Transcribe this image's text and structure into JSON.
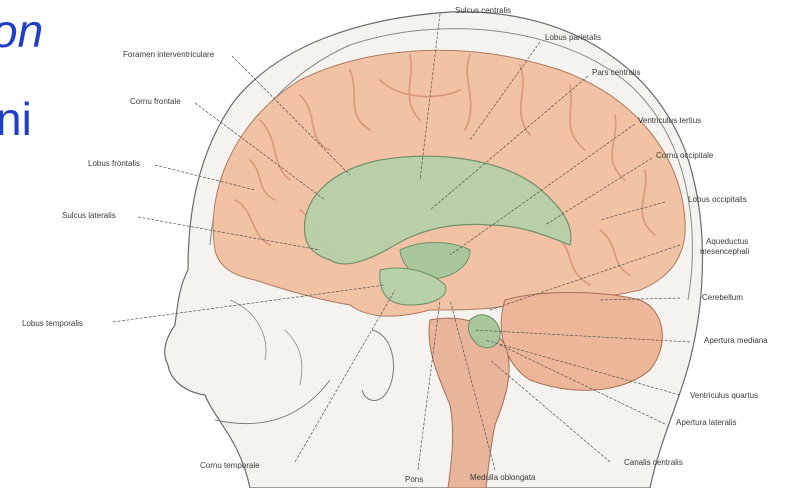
{
  "slide": {
    "title_line1": "on",
    "title_line2": "ni"
  },
  "figure": {
    "colors": {
      "brain": "#f2c2a4",
      "gyri": "#d9987a",
      "ventricle": "#b7d0a8",
      "ventricle_edge": "#6f8f68",
      "outline": "#6b6b6b",
      "skin": "#f5f3ef"
    },
    "labels": {
      "sulcus_centralis": "Sulcus centralis",
      "lobus_parietalis": "Lobus parietalis",
      "pars_centralis": "Pars centralis",
      "ventriculus_tertius": "Ventriculus tertius",
      "cornu_occipitale": "Cornu occipitale",
      "lobus_occipitalis": "Lobus occipitalis",
      "aqueductus_1": "Aqueductus",
      "aqueductus_2": "mesencephali",
      "cerebellum": "Cerebellum",
      "apertura_mediana": "Apertura mediana",
      "ventriculus_quartus": "Ventriculus quartus",
      "apertura_lateralis": "Apertura lateralis",
      "canalis_centralis": "Canalis centralis",
      "medulla_oblongata": "Medulla oblongata",
      "pons": "Pons",
      "cornu_temporale": "Cornu temporale",
      "lobus_temporalis": "Lobus temporalis",
      "sulcus_lateralis": "Sulcus lateralis",
      "lobus_frontalis": "Lobus frontalis",
      "cornu_frontale": "Cornu frontale",
      "foramen_interventriculare": "Foramen interventriculare"
    }
  }
}
